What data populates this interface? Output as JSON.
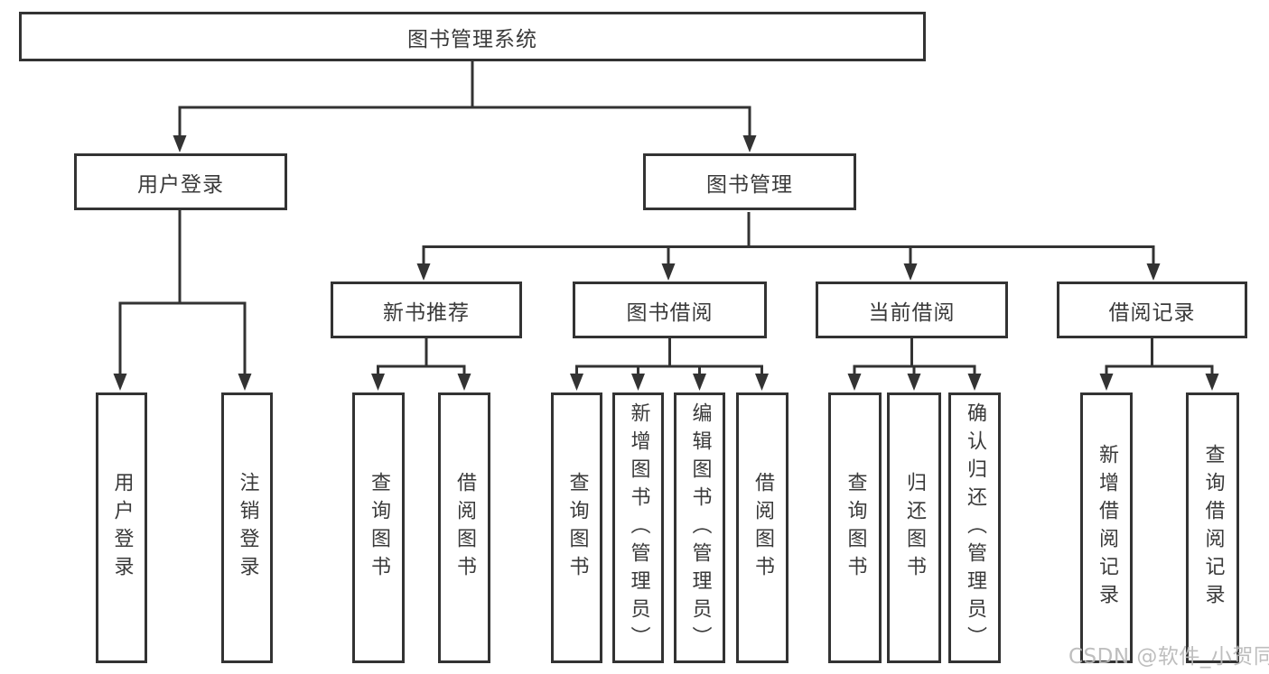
{
  "diagram": {
    "root": {
      "label": "图书管理系统"
    },
    "level2": [
      {
        "label": "用户登录",
        "children": [
          "用户登录",
          "注销登录"
        ]
      },
      {
        "label": "图书管理"
      }
    ],
    "level3": [
      {
        "label": "新书推荐",
        "children": [
          "查询图书",
          "借阅图书"
        ]
      },
      {
        "label": "图书借阅",
        "children": [
          "查询图书",
          "新增图书（管理员）",
          "编辑图书（管理员）",
          "借阅图书"
        ]
      },
      {
        "label": "当前借阅",
        "children": [
          "查询图书",
          "归还图书",
          "确认归还（管理员）"
        ]
      },
      {
        "label": "借阅记录",
        "children": [
          "新增借阅记录",
          "查询借阅记录"
        ]
      }
    ]
  },
  "watermark": {
    "text": "CSDN @软件_小贺同学"
  },
  "colors": {
    "line": "#333333",
    "text": "#3a3a3a",
    "background": "#ffffff",
    "watermark": "#b9b9b9"
  }
}
